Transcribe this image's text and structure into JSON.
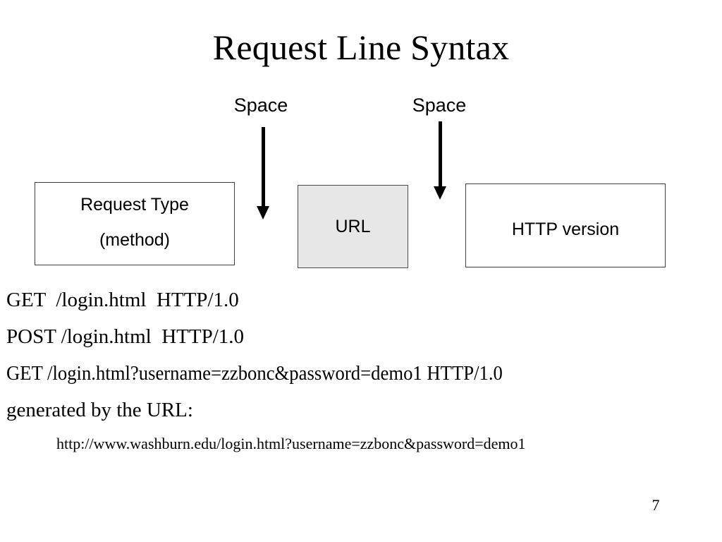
{
  "slide": {
    "title": "Request Line Syntax",
    "page_number": "7",
    "background_color": "#ffffff",
    "text_color": "#000000"
  },
  "annotations": {
    "space_label_1": "Space",
    "space_label_2": "Space",
    "arrow_1_name": "down-arrow-icon",
    "arrow_2_name": "down-arrow-icon"
  },
  "boxes": [
    {
      "id": "request-type",
      "line1": "Request Type",
      "line2": "(method)",
      "fill": "#ffffff",
      "border": "#3f3f3f"
    },
    {
      "id": "url",
      "label": "URL",
      "fill": "#e7e7e7",
      "border": "#4a4a4a"
    },
    {
      "id": "http-version",
      "label": "HTTP version",
      "fill": "#ffffff",
      "border": "#3f3f3f"
    }
  ],
  "examples": {
    "line1": "GET  /login.html  HTTP/1.0",
    "line2": "POST /login.html  HTTP/1.0",
    "line3": "GET /login.html?username=zzbonc&password=demo1 HTTP/1.0",
    "line4": "generated by the URL:",
    "line5": "http://www.washburn.edu/login.html?username=zzbonc&password=demo1"
  }
}
